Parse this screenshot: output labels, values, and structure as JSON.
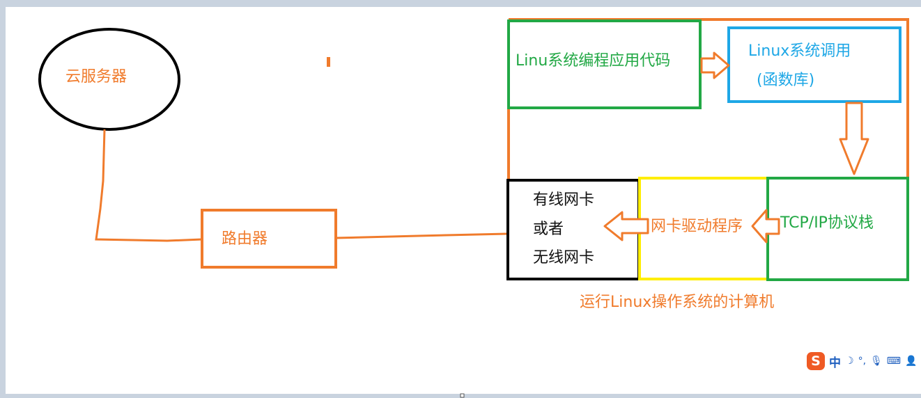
{
  "nodes": {
    "cloud_server": "云服务器",
    "router": "路由器",
    "app_code": "Linu系统编程应用代码",
    "syscall_line1": "Linux系统调用",
    "syscall_line2": "(函数库)",
    "tcpip": "TCP/IP协议栈",
    "nic_driver": "网卡驱动程序",
    "nic_line1": "有线网卡",
    "nic_line2": "或者",
    "nic_line3": "无线网卡"
  },
  "group_label": "运行Linux操作系统的计算机",
  "ime": {
    "logo": "S",
    "mode": "中"
  },
  "colors": {
    "orange": "#f07b2c",
    "green": "#22a845",
    "blue": "#1ea7e6",
    "yellow": "#ffee00",
    "black": "#111111"
  }
}
